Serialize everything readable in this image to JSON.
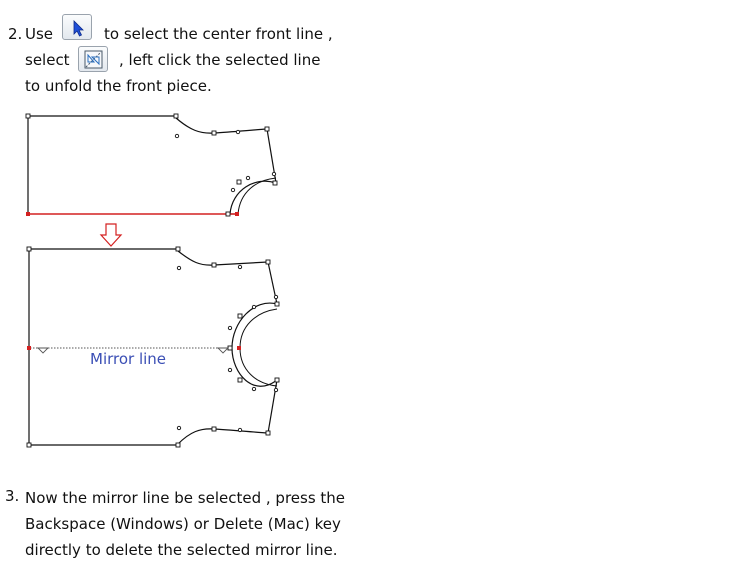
{
  "step2": {
    "number": "2.",
    "line1_use": "Use",
    "line1_rest": "to select the center front line ,",
    "line2_select": "select",
    "line2_rest": ", left click the selected line",
    "line3": "to unfold the front piece."
  },
  "figure": {
    "mirror_label": "Mirror line"
  },
  "step3": {
    "number": "3.",
    "line1": "Now the mirror line be selected , press the",
    "line2": "Backspace (Windows) or Delete (Mac) key",
    "line3": "directly to delete the selected mirror line."
  },
  "icons": {
    "select_tool": "arrow-cursor-icon",
    "mirror_tool": "mirror-unfold-icon",
    "flow_arrow": "down-arrow-icon"
  },
  "colors": {
    "text": "#111111",
    "selected_line": "#d42020",
    "mirror_label": "#3b4fb5",
    "arrow_outline": "#d42020",
    "cursor_blue": "#1f4fd8"
  }
}
